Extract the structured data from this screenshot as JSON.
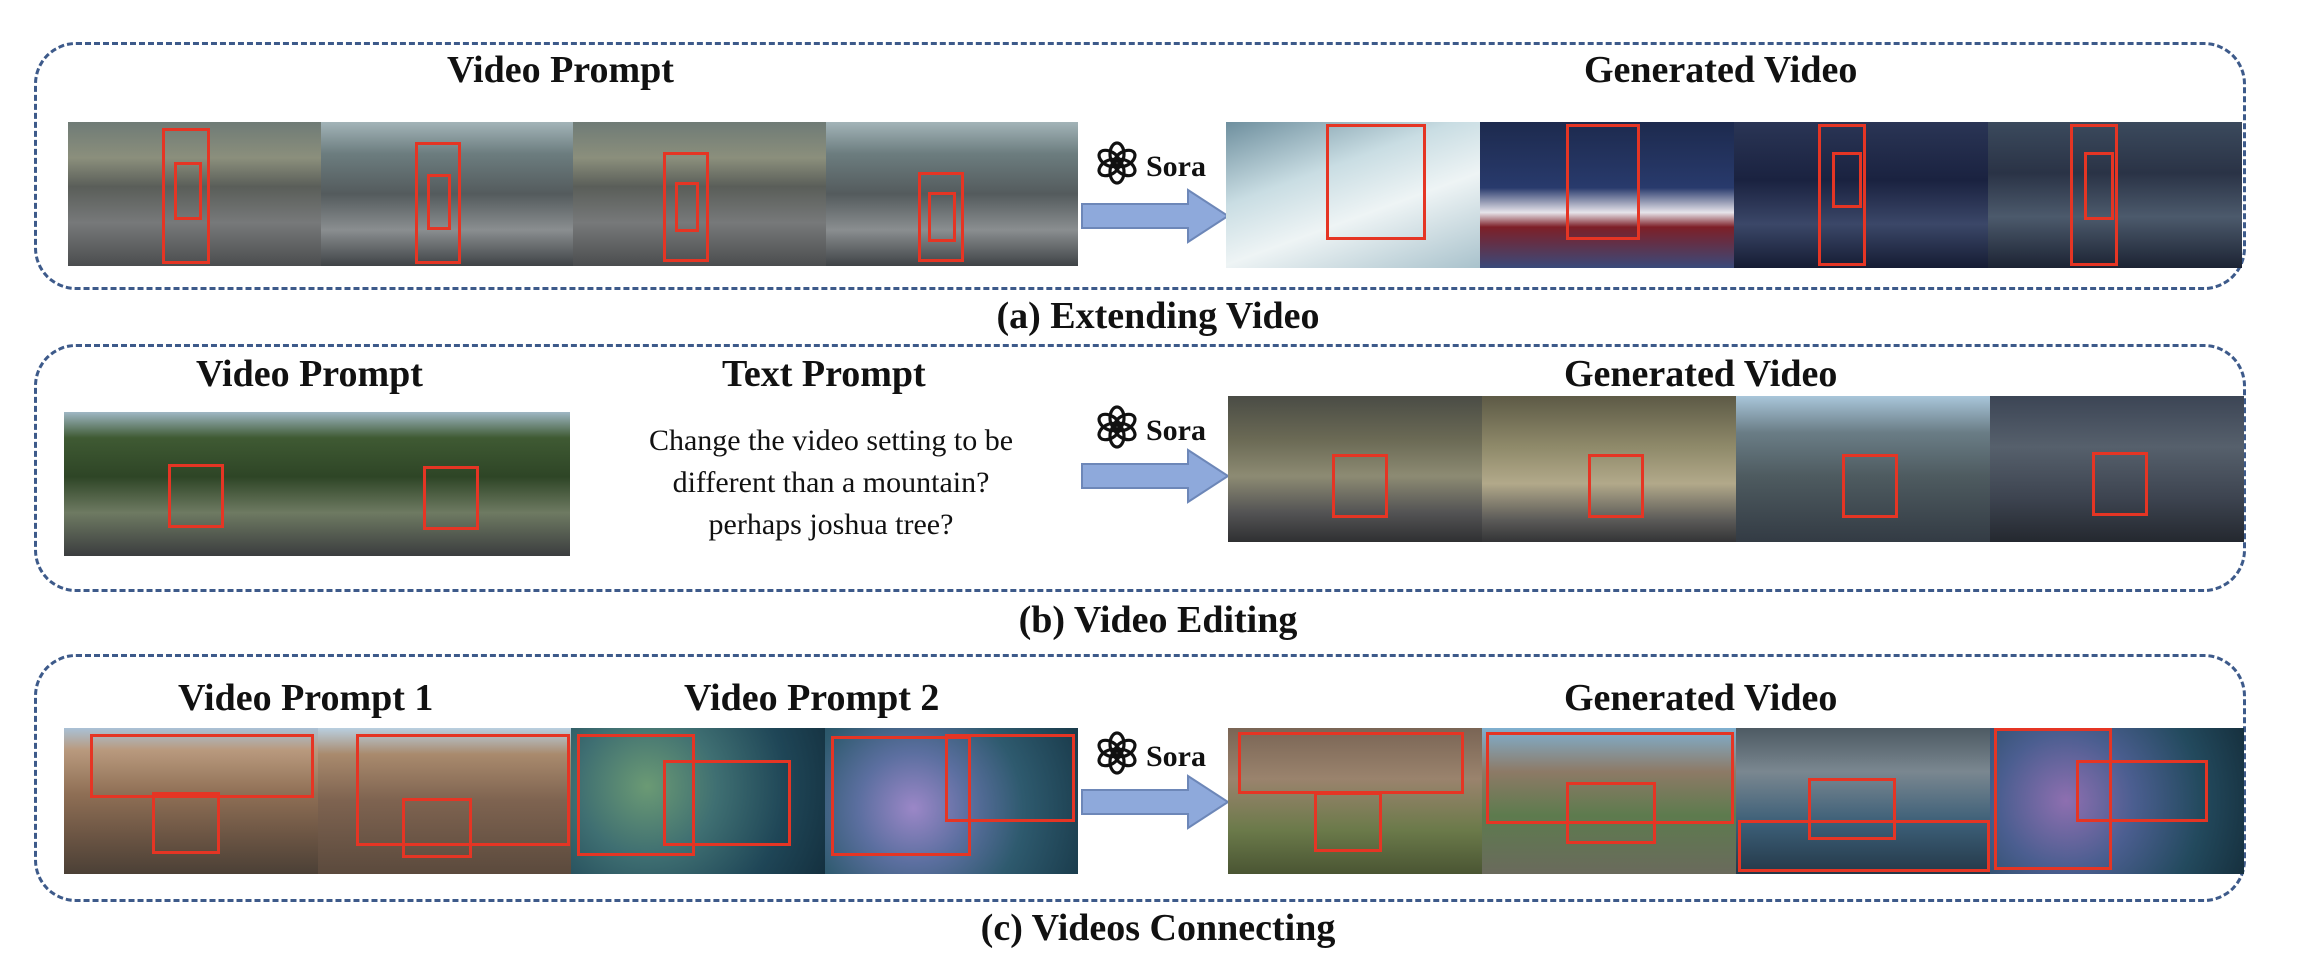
{
  "colors": {
    "dashed_border": "#3d5a8a",
    "bounding_box": "#e53524",
    "arrow": "#8ea9db"
  },
  "icon": "openai-logo-icon",
  "rows": [
    {
      "caption": "(a) Extending Video",
      "headers": {
        "prompt": "Video Prompt",
        "generated": "Generated Video"
      },
      "sora_label": "Sora"
    },
    {
      "caption": "(b) Video Editing",
      "headers": {
        "prompt": "Video Prompt",
        "text": "Text Prompt",
        "generated": "Generated Video"
      },
      "text_prompt_lines": [
        "Change the video setting to be",
        "different than a mountain?",
        "perhaps joshua tree?"
      ],
      "sora_label": "Sora"
    },
    {
      "caption": "(c) Videos Connecting",
      "headers": {
        "prompt1": "Video Prompt 1",
        "prompt2": "Video Prompt 2",
        "generated": "Generated Video"
      },
      "sora_label": "Sora"
    }
  ]
}
